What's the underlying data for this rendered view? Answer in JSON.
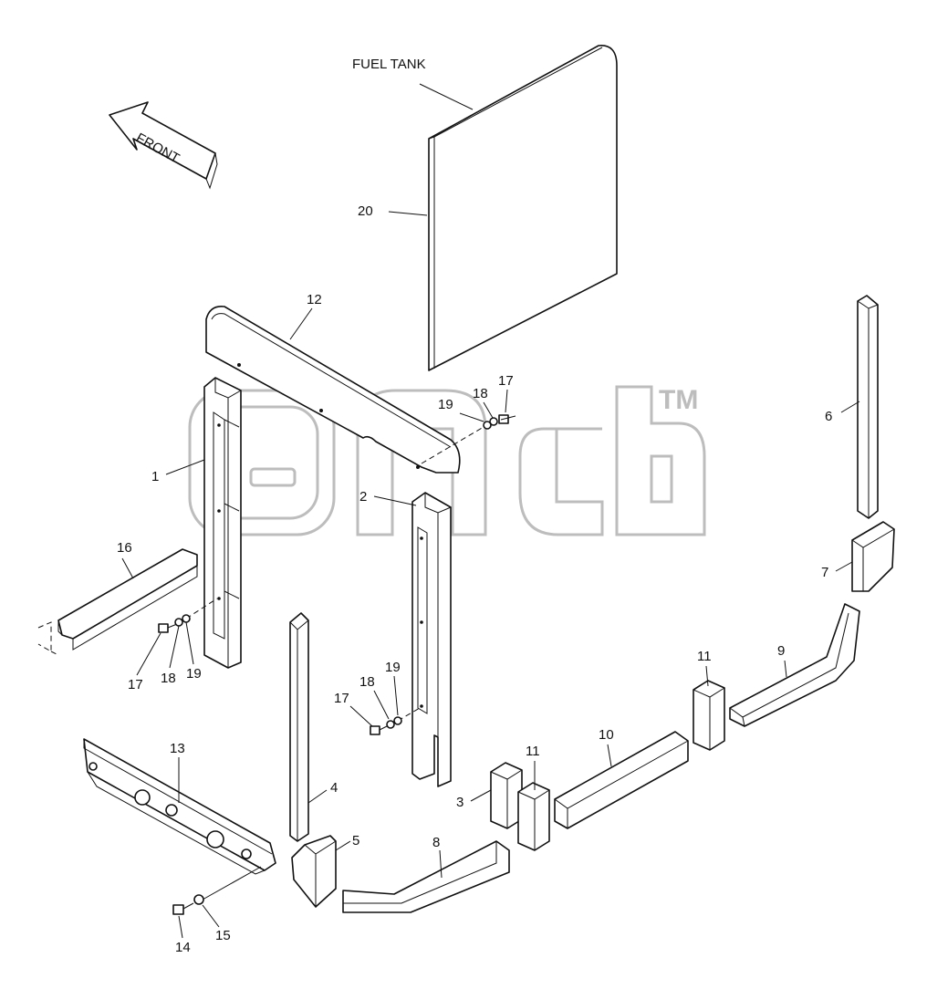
{
  "labels": {
    "fuel_tank": "FUEL TANK",
    "front": "FRONT",
    "watermark_tm": "TM"
  },
  "callouts": {
    "p1": "1",
    "p2": "2",
    "p3": "3",
    "p4": "4",
    "p5": "5",
    "p6": "6",
    "p7": "7",
    "p8": "8",
    "p9": "9",
    "p10": "10",
    "p11a": "11",
    "p11b": "11",
    "p12": "12",
    "p13": "13",
    "p14": "14",
    "p15": "15",
    "p16": "16",
    "p17a": "17",
    "p17b": "17",
    "p17c": "17",
    "p18a": "18",
    "p18b": "18",
    "p18c": "18",
    "p19a": "19",
    "p19b": "19",
    "p19c": "19",
    "p20": "20"
  }
}
